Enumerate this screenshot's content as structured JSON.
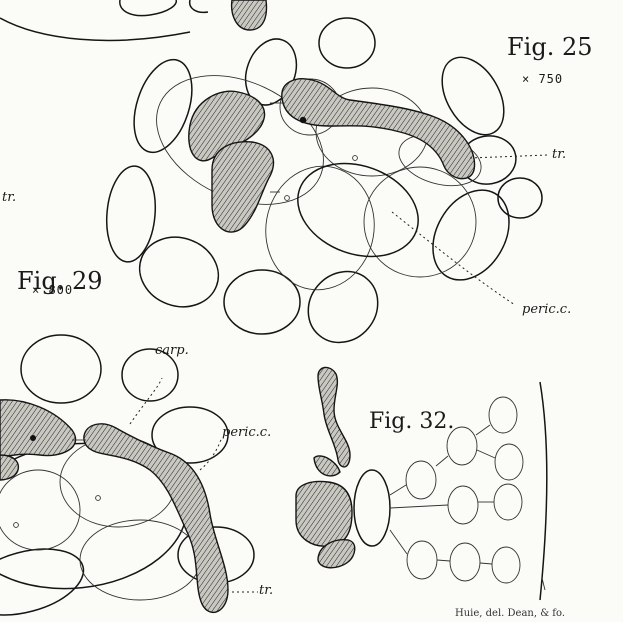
{
  "figures": {
    "fig25": {
      "title": "Fig. 25",
      "magnification": "× 750"
    },
    "fig29": {
      "title": "Fig. 29",
      "magnification": "× 800"
    },
    "fig32": {
      "title": "Fig. 32."
    }
  },
  "labels": {
    "tr_fig25": "tr.",
    "peric_fig25": "peric.c.",
    "tr_left": "tr.",
    "carp": "carp.",
    "peric_fig29": "peric.c.",
    "tr_fig29": "tr."
  },
  "credit": "Huie, del. Dean, & fo."
}
